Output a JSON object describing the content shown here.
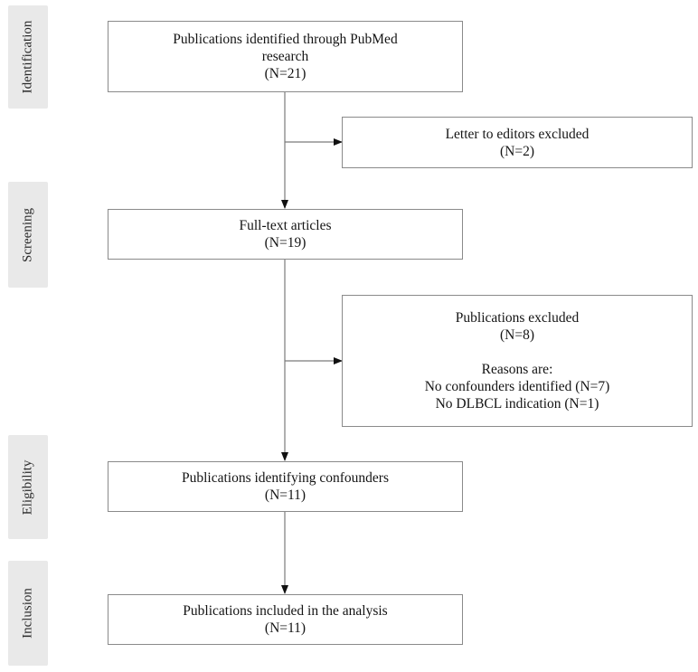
{
  "phases": {
    "identification": "Identification",
    "screening": "Screening",
    "eligibility": "Eligibility",
    "inclusion": "Inclusion"
  },
  "boxes": {
    "identified": {
      "lines": [
        "Publications identified through PubMed",
        "research",
        "(N=21)"
      ]
    },
    "letters_excluded": {
      "lines": [
        "Letter to editors excluded",
        "(N=2)"
      ]
    },
    "full_text": {
      "lines": [
        "Full-text articles",
        "(N=19)"
      ]
    },
    "pubs_excluded": {
      "lines": [
        "Publications excluded",
        "(N=8)"
      ],
      "reasons": [
        "Reasons are:",
        "No confounders identified (N=7)",
        "No DLBCL indication (N=1)"
      ]
    },
    "identifying_confounders": {
      "lines": [
        "Publications identifying confounders",
        "(N=11)"
      ]
    },
    "included": {
      "lines": [
        "Publications included in the analysis",
        "(N=11)"
      ]
    }
  }
}
